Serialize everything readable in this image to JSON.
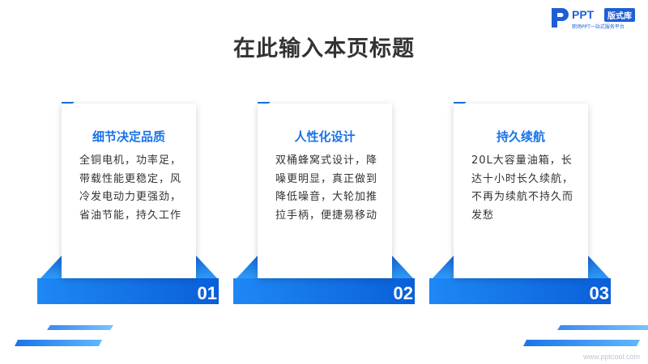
{
  "title": "在此输入本页标题",
  "logo": {
    "ppt": "PPT",
    "tag": "版式库",
    "slogan": "职场PPT一站式服务平台"
  },
  "cards": [
    {
      "heading": "细节决定品质",
      "desc": "全铜电机，功率足，带载性能更稳定，风冷发电动力更强劲，省油节能，持久工作",
      "num": "01"
    },
    {
      "heading": "人性化设计",
      "desc": "双桶蜂窝式设计，降噪更明显，真正做到降低噪音，大轮加推拉手柄，便捷易移动",
      "num": "02"
    },
    {
      "heading": "持久续航",
      "desc": "20L大容量油箱，长达十小时长久续航，不再为续航不持久而发愁",
      "num": "03"
    }
  ],
  "watermark": "www.pptcool.com",
  "colors": {
    "accent": "#1a73e8",
    "title": "#333333",
    "text": "#333333"
  }
}
